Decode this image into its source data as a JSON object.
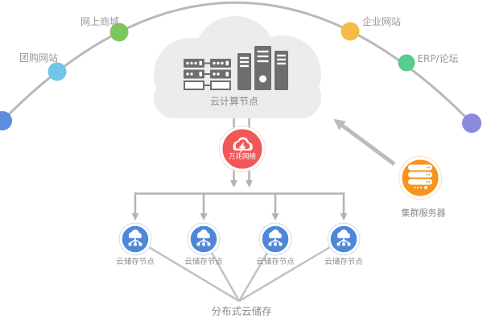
{
  "colors": {
    "arc_line": "#b9b9b9",
    "connector_line": "#b3b3b3",
    "cloud_fill": "#ececec",
    "server_icon_gray": "#6e6e6e",
    "network_red": "#f25757",
    "storage_blue": "#4e87d8",
    "cluster_orange": "#f7941e",
    "label_gray": "#999999"
  },
  "arc_sites": {
    "dots": [
      {
        "color": "#5e8ddb",
        "label": ""
      },
      {
        "color": "#6fc6e7",
        "label": "团购网站"
      },
      {
        "color": "#7cc75c",
        "label": "网上商城"
      },
      {
        "color": "#f5bb45",
        "label": "企业网站"
      },
      {
        "color": "#57cb90",
        "label": "ERP/论坛"
      },
      {
        "color": "#8b8ade",
        "label": ""
      }
    ]
  },
  "cloud_compute": {
    "label": "云计算节点"
  },
  "network": {
    "label": "万兆网络"
  },
  "storage_nodes": [
    {
      "label": "云储存节点"
    },
    {
      "label": "云储存节点"
    },
    {
      "label": "云储存节点"
    },
    {
      "label": "云储存节点"
    }
  ],
  "distributed_storage": {
    "label": "分布式云储存"
  },
  "cluster_server": {
    "label": "集群服务器"
  }
}
